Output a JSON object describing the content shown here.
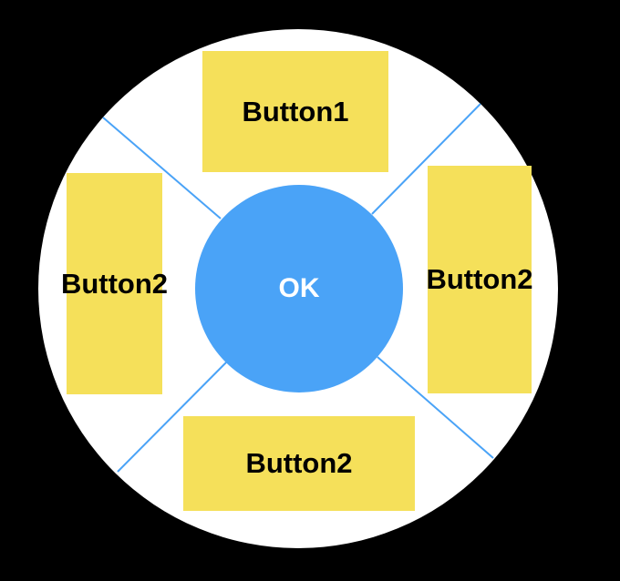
{
  "wheel": {
    "center_button": {
      "label": "OK"
    },
    "buttons": {
      "top": "Button1",
      "left": "Button2",
      "right": "Button2",
      "bottom": "Button2"
    }
  },
  "colors": {
    "background": "#000000",
    "wheel": "#ffffff",
    "button_fill": "#f5e05a",
    "ok_fill": "#4aa3f7",
    "divider": "#4aa3f7"
  }
}
